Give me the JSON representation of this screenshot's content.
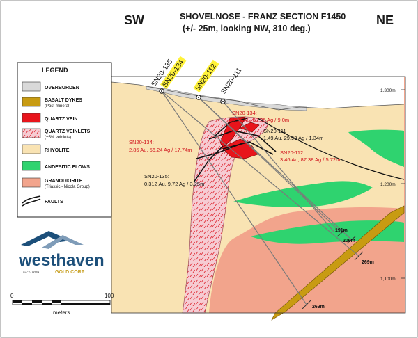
{
  "header": {
    "left_dir": "SW",
    "right_dir": "NE",
    "title_line1": "SHOVELNOSE - FRANZ SECTION F1450",
    "title_line2": "(+/- 25m, looking NW, 310 deg.)"
  },
  "legend": {
    "title": "LEGEND",
    "items": [
      {
        "label": "OVERBURDEN",
        "sub": "",
        "color": "#d9d9d9"
      },
      {
        "label": "BASALT DYKES",
        "sub": "(Post mineral)",
        "color": "#c89b12"
      },
      {
        "label": "QUARTZ VEIN",
        "sub": "",
        "color": "#e8141b"
      },
      {
        "label": "QUARTZ VEINLETS",
        "sub": "(+5% veinlets)",
        "color": "#f4c7cf"
      },
      {
        "label": "RHYOLITE",
        "sub": "",
        "color": "#f9e3b3"
      },
      {
        "label": "ANDESITIC FLOWS",
        "sub": "",
        "color": "#2fd36f"
      },
      {
        "label": "GRANODIORITE",
        "sub": "(Triassic - Nicola Group)",
        "color": "#f2a48c"
      },
      {
        "label": "FAULTS",
        "sub": "",
        "color": "#000000"
      }
    ]
  },
  "drill_holes": [
    {
      "id": "SN20-135",
      "highlight": false
    },
    {
      "id": "SN20-134",
      "highlight": true
    },
    {
      "id": "SN20-112",
      "highlight": true
    },
    {
      "id": "SN20-111",
      "highlight": false
    }
  ],
  "annotations": {
    "sn134_upper": {
      "line1": "SN20-134:",
      "line2": "4.15 Au, 89.26 Ag / 9.0m"
    },
    "sn111": {
      "line1": "SN20-111",
      "line2": "1.49 Au, 29.98 Ag / 1.34m"
    },
    "sn134_lower": {
      "line1": "SN20-134:",
      "line2": "2.85 Au, 56.24 Ag / 17.74m"
    },
    "sn112": {
      "line1": "SN20-112:",
      "line2": "3.46 Au, 87.38 Ag / 5.72m"
    },
    "sn135": {
      "line1": "SN20-135:",
      "line2": "0.312 Au, 9.72 Ag / 3.25m"
    }
  },
  "depths": {
    "d191": "191m",
    "d206": "206m",
    "d269a": "269m",
    "d269b": "269m"
  },
  "elevations": {
    "e1300": "1,300m",
    "e1200": "1,200m",
    "e1100": "1,100m"
  },
  "scalebar": {
    "min": "0",
    "max": "100",
    "unit": "meters"
  },
  "logo": {
    "name": "westhaven",
    "sub": "GOLD CORP",
    "ticker": "TSX-V: WHN",
    "accent": "#1c4f7a",
    "gold": "#c9a227"
  }
}
